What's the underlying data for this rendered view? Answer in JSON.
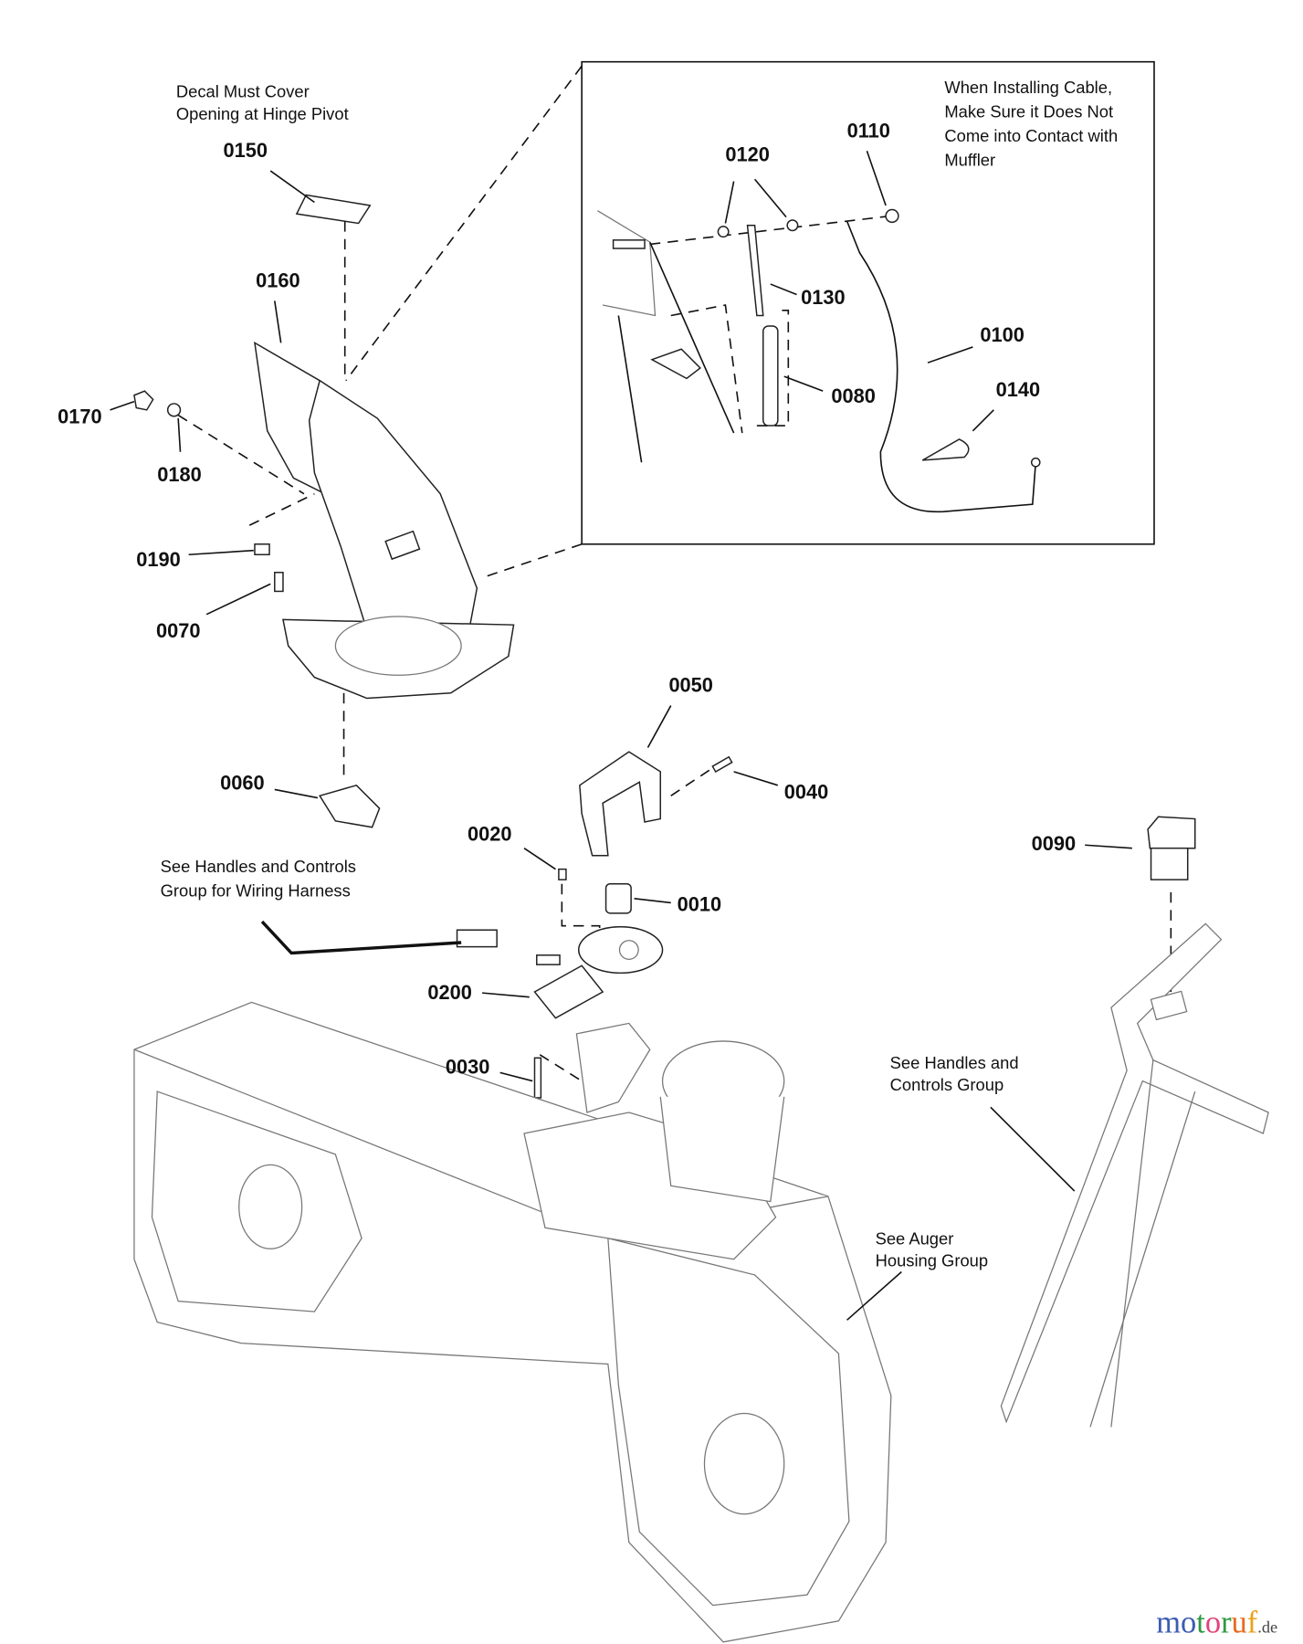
{
  "notes": {
    "decal": [
      "Decal Must Cover",
      "Opening at Hinge Pivot"
    ],
    "cable": [
      "When Installing Cable,",
      "Make Sure it Does Not",
      "Come into Contact with",
      "Muffler"
    ],
    "wiring": [
      "See Handles and Controls",
      "Group for Wiring Harness"
    ],
    "handles": [
      "See Handles and",
      "Controls Group"
    ],
    "auger": [
      "See Auger",
      "Housing Group"
    ]
  },
  "parts": {
    "p0150": "0150",
    "p0160": "0160",
    "p0170": "0170",
    "p0180": "0180",
    "p0190": "0190",
    "p0070": "0070",
    "p0060": "0060",
    "p0050": "0050",
    "p0040": "0040",
    "p0020": "0020",
    "p0010": "0010",
    "p0200": "0200",
    "p0030": "0030",
    "p0090": "0090",
    "p0120": "0120",
    "p0110": "0110",
    "p0130": "0130",
    "p0100": "0100",
    "p0080": "0080",
    "p0140": "0140"
  },
  "watermark": {
    "brand": "motoruf",
    "suffix": ".de",
    "letter_colors": [
      "#3b5bb5",
      "#3b5bb5",
      "#2e9a3f",
      "#e0457b",
      "#2e9a3f",
      "#e86a1c",
      "#e8a21c"
    ]
  }
}
